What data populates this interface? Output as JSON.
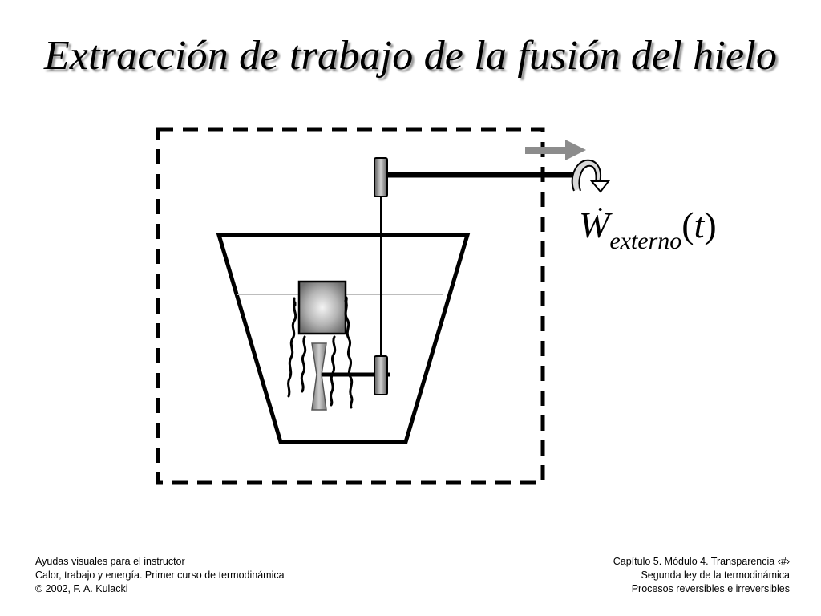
{
  "title": "Extracción de trabajo de la fusión del hielo",
  "work_label": {
    "symbol": "W",
    "dot": "·",
    "subscript": "externo",
    "open_paren": "(",
    "argument": "t",
    "close_paren": ")"
  },
  "footer_left": [
    "Ayudas visuales para el instructor",
    "Calor, trabajo y energía. Primer curso de termodinámica",
    "© 2002, F. A. Kulacki"
  ],
  "footer_right": [
    "Capítulo 5. Módulo 4.  Transparencia ‹#›",
    "Segunda ley de la termodinámica",
    "Procesos reversibles e irreversibles"
  ],
  "colors": {
    "boundary": "#000000",
    "arrow": "#8c8c8c",
    "ice_block": "#a0a0a0",
    "water_line": "#bdbdbd"
  }
}
